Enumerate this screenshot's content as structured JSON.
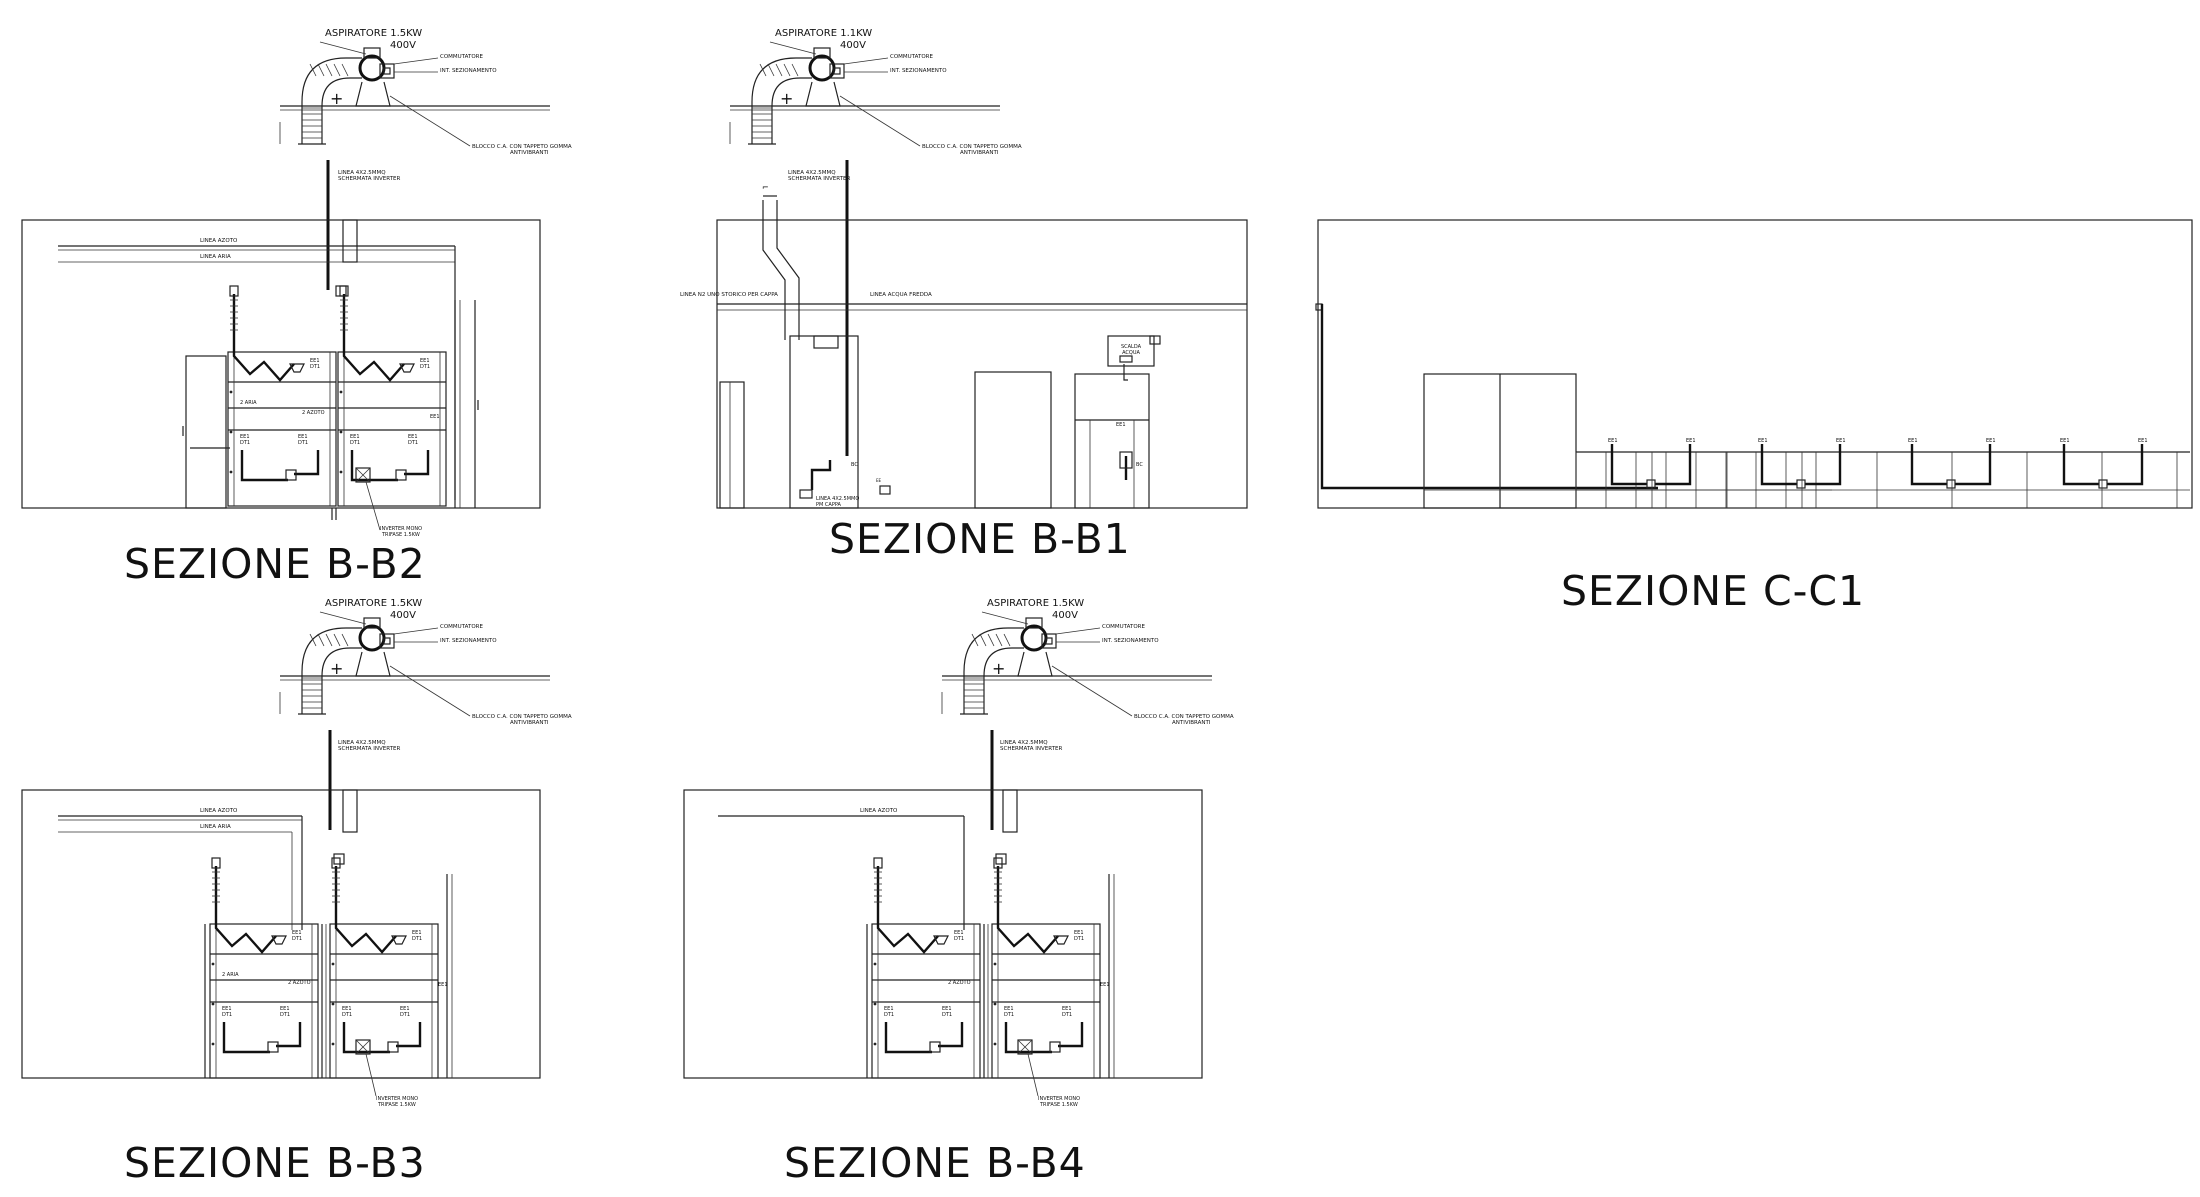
{
  "sections": [
    {
      "id": "B-B2",
      "title": "SEZIONE B-B2",
      "aspirator": [
        "ASPIRATORE 1.5KW",
        "400V"
      ],
      "callouts": [
        "COMMUTATORE",
        "INT. SEZIONAMENTO",
        "BLOCCO C.A. CON TAPPETO GOMMA",
        "ANTIVIBRANTI",
        "LINEA 4X2.5MMQ",
        "SCHERMATA INVERTER"
      ],
      "lines": [
        "LINEA AZOTO",
        "LINEA ARIA"
      ],
      "hood_labels": [
        "EE1",
        "DT1",
        "EE1",
        "DT1",
        "EE1",
        "DT1",
        "EE1"
      ],
      "mid_labels": [
        "2 ARIA",
        "2 AZOTO"
      ],
      "inverter": [
        "INVERTER MONO",
        "TRIFASE 1.5KW"
      ]
    },
    {
      "id": "B-B1",
      "title": "SEZIONE B-B1",
      "aspirator": [
        "ASPIRATORE 1.1KW",
        "400V"
      ],
      "callouts": [
        "COMMUTATORE",
        "INT. SEZIONAMENTO",
        "BLOCCO C.A. CON TAPPETO GOMMA",
        "ANTIVIBRANTI",
        "LINEA 4X2.5MMQ",
        "SCHERMATA INVERTER"
      ],
      "lines": [
        "LINEA N2 UNO STORICO PER CAPPA",
        "LINEA ACQUA FREDDA"
      ],
      "box": [
        "SCALDA",
        "ACQUA"
      ],
      "small_labels": [
        "LINEA 4X2.5MMQ",
        "PM CAPPA",
        "EE",
        "EE1"
      ]
    },
    {
      "id": "C-C1",
      "title": "SEZIONE C-C1",
      "row_labels": [
        "EE1",
        "EE1",
        "EE1",
        "EE1",
        "EE1",
        "EE1",
        "EE1",
        "EE1"
      ]
    },
    {
      "id": "B-B3",
      "title": "SEZIONE B-B3",
      "aspirator": [
        "ASPIRATORE 1.5KW",
        "400V"
      ],
      "callouts": [
        "COMMUTATORE",
        "INT. SEZIONAMENTO",
        "BLOCCO C.A. CON TAPPETO GOMMA",
        "ANTIVIBRANTI",
        "LINEA 4X2.5MMQ",
        "SCHERMATA INVERTER"
      ],
      "lines": [
        "LINEA AZOTO",
        "LINEA ARIA"
      ],
      "hood_labels": [
        "EE1",
        "DT1",
        "EE1",
        "DT1",
        "EE1",
        "DT1",
        "EE1",
        "DT1",
        "EE1",
        "DT1",
        "EE1",
        "EE1"
      ],
      "mid_labels": [
        "2 ARIA",
        "2 AZOTO"
      ],
      "inverter": [
        "INVERTER MONO",
        "TRIFASE 1.5KW"
      ]
    },
    {
      "id": "B-B4",
      "title": "SEZIONE B-B4",
      "aspirator": [
        "ASPIRATORE 1.5KW",
        "400V"
      ],
      "callouts": [
        "COMMUTATORE",
        "INT. SEZIONAMENTO",
        "BLOCCO C.A. CON TAPPETO GOMMA",
        "ANTIVIBRANTI",
        "LINEA 4X2.5MMQ",
        "SCHERMATA INVERTER"
      ],
      "lines": [
        "LINEA AZOTO"
      ],
      "hood_labels": [
        "EE1",
        "DT1",
        "EE1",
        "DT1",
        "EE1",
        "DT1",
        "EE1",
        "DT1",
        "EE1",
        "DT1",
        "EE1",
        "EE1"
      ],
      "mid_labels": [
        "2 AZOTO"
      ],
      "inverter": [
        "INVERTER MONO",
        "TRIFASE 1.5KW"
      ]
    }
  ]
}
